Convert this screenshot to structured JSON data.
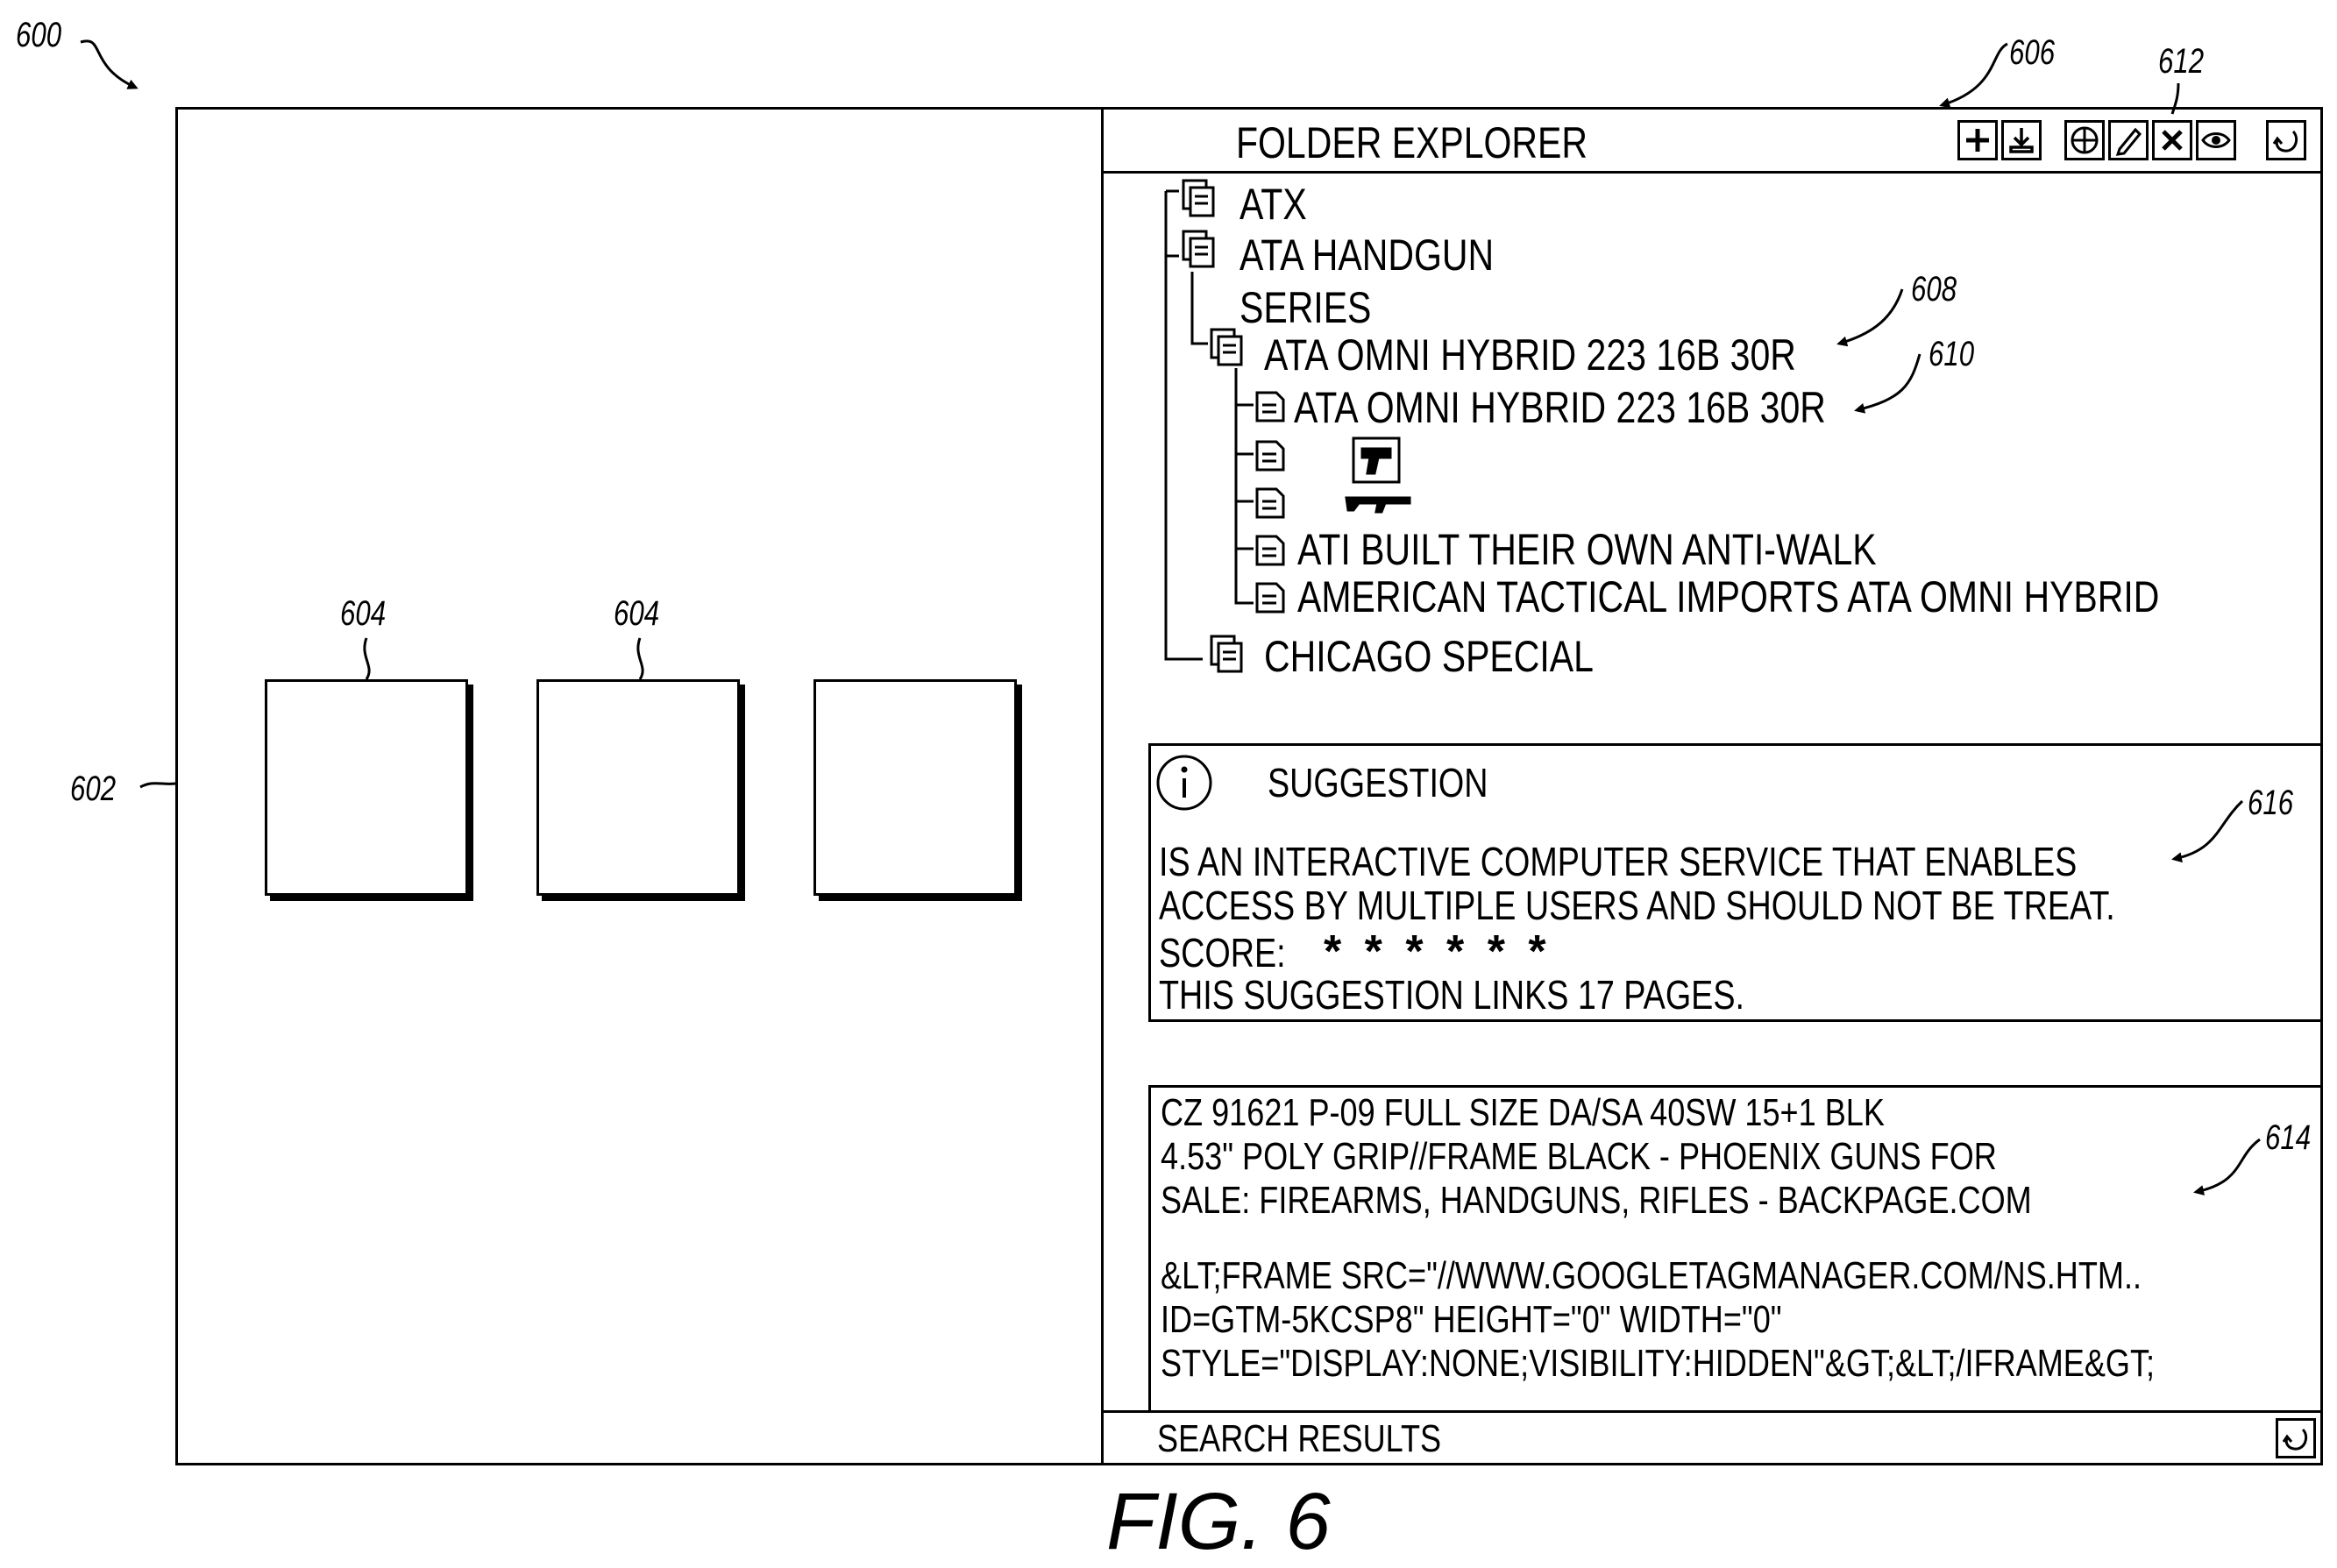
{
  "refs": {
    "figure": "600",
    "window": "602",
    "thumb_a": "604",
    "thumb_b": "604",
    "toolbar": "606",
    "tree_item": "608",
    "tree_subitem": "610",
    "delete_button": "612",
    "search_result": "614",
    "suggestion": "616"
  },
  "folder_explorer": {
    "title": "FOLDER EXPLORER",
    "toolbar": [
      "add-icon",
      "download-icon",
      "target-icon",
      "edit-icon",
      "delete-icon",
      "view-icon",
      "refresh-icon"
    ],
    "tree": {
      "atx": "ATX",
      "handgun_line1": "ATA HANDGUN",
      "handgun_line2": "SERIES",
      "omni": "ATA OMNI HYBRID 223 16B 30R",
      "omni_child": "ATA OMNI HYBRID 223 16B 30R",
      "anti_walk": "ATI BUILT THEIR OWN ANTI-WALK",
      "american": "AMERICAN TACTICAL IMPORTS ATA OMNI HYBRID",
      "chicago": "CHICAGO SPECIAL"
    }
  },
  "suggestion": {
    "title": "SUGGESTION",
    "line1": "IS AN INTERACTIVE COMPUTER SERVICE THAT ENABLES",
    "line2": "ACCESS BY MULTIPLE USERS AND SHOULD NOT BE TREAT.",
    "score_label": "SCORE:",
    "score_stars": "* * * * * *",
    "links": "THIS  SUGGESTION LINKS 17 PAGES."
  },
  "search_result": {
    "line1": "CZ 91621 P-09 FULL SIZE DA/SA 40SW 15+1 BLK",
    "line2": "4.53\" POLY GRIP//FRAME BLACK - PHOENIX GUNS FOR",
    "line3": "SALE: FIREARMS, HANDGUNS, RIFLES - BACKPAGE.COM",
    "line4": "&LT;FRAME    SRC=\"//WWW.GOOGLETAGMANAGER.COM/NS.HTM..",
    "line5": "ID=GTM-5KCSP8\"      HEIGHT=\"0\"     WIDTH=\"0\"",
    "line6": "STYLE=\"DISPLAY:NONE;VISIBILITY:HIDDEN\"&GT;&LT;/IFRAME&GT;"
  },
  "search_results_label": "SEARCH RESULTS",
  "caption": "FIG. 6"
}
